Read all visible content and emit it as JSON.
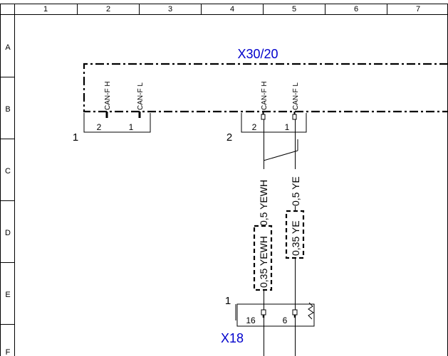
{
  "border": {
    "columns": [
      "1",
      "2",
      "3",
      "4",
      "5",
      "6",
      "7"
    ],
    "rows": [
      "A",
      "B",
      "C",
      "D",
      "E",
      "F"
    ]
  },
  "component": {
    "title": "X30/20",
    "title_color": "#0000cc",
    "connector_1": {
      "index": "1",
      "pins": [
        {
          "signal": "CAN-F H",
          "number": "2"
        },
        {
          "signal": "CAN-F L",
          "number": "1"
        }
      ]
    },
    "connector_2": {
      "index": "2",
      "pins": [
        {
          "signal": "CAN-F H",
          "number": "2"
        },
        {
          "signal": "CAN-F L",
          "number": "1"
        }
      ]
    }
  },
  "wires": {
    "left_upper": "0,5 YEWH",
    "right_upper": "0,5 YE",
    "left_lower": "0,35 YEWH",
    "right_lower": "0,35 YE"
  },
  "bottom_connector": {
    "title": "X18",
    "title_color": "#0000cc",
    "index": "1",
    "pins": [
      "16",
      "6"
    ]
  }
}
